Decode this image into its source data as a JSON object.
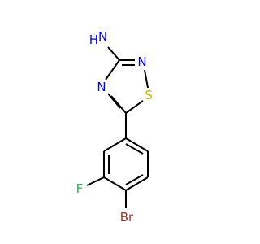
{
  "colors": {
    "bond": "#000000",
    "carbon": "#000000",
    "nitrogen": "#0000ff",
    "sulfur": "#c8b400",
    "fluorine": "#2bb24c",
    "bromine": "#a52a2a"
  },
  "atoms": {
    "nh2": {
      "element": "N",
      "label": "H2N",
      "label_main": "N",
      "label_h": "H",
      "label_sub": "",
      "color_key": "nitrogen"
    },
    "n4": {
      "element": "N",
      "label": "N",
      "color_key": "nitrogen"
    },
    "n2": {
      "element": "N",
      "label": "N",
      "color_key": "nitrogen"
    },
    "s1": {
      "element": "S",
      "label": "S",
      "color_key": "sulfur"
    },
    "f": {
      "element": "F",
      "label": "F",
      "color_key": "fluorine"
    },
    "br": {
      "element": "Br",
      "label": "Br",
      "color_key": "bromine"
    }
  }
}
